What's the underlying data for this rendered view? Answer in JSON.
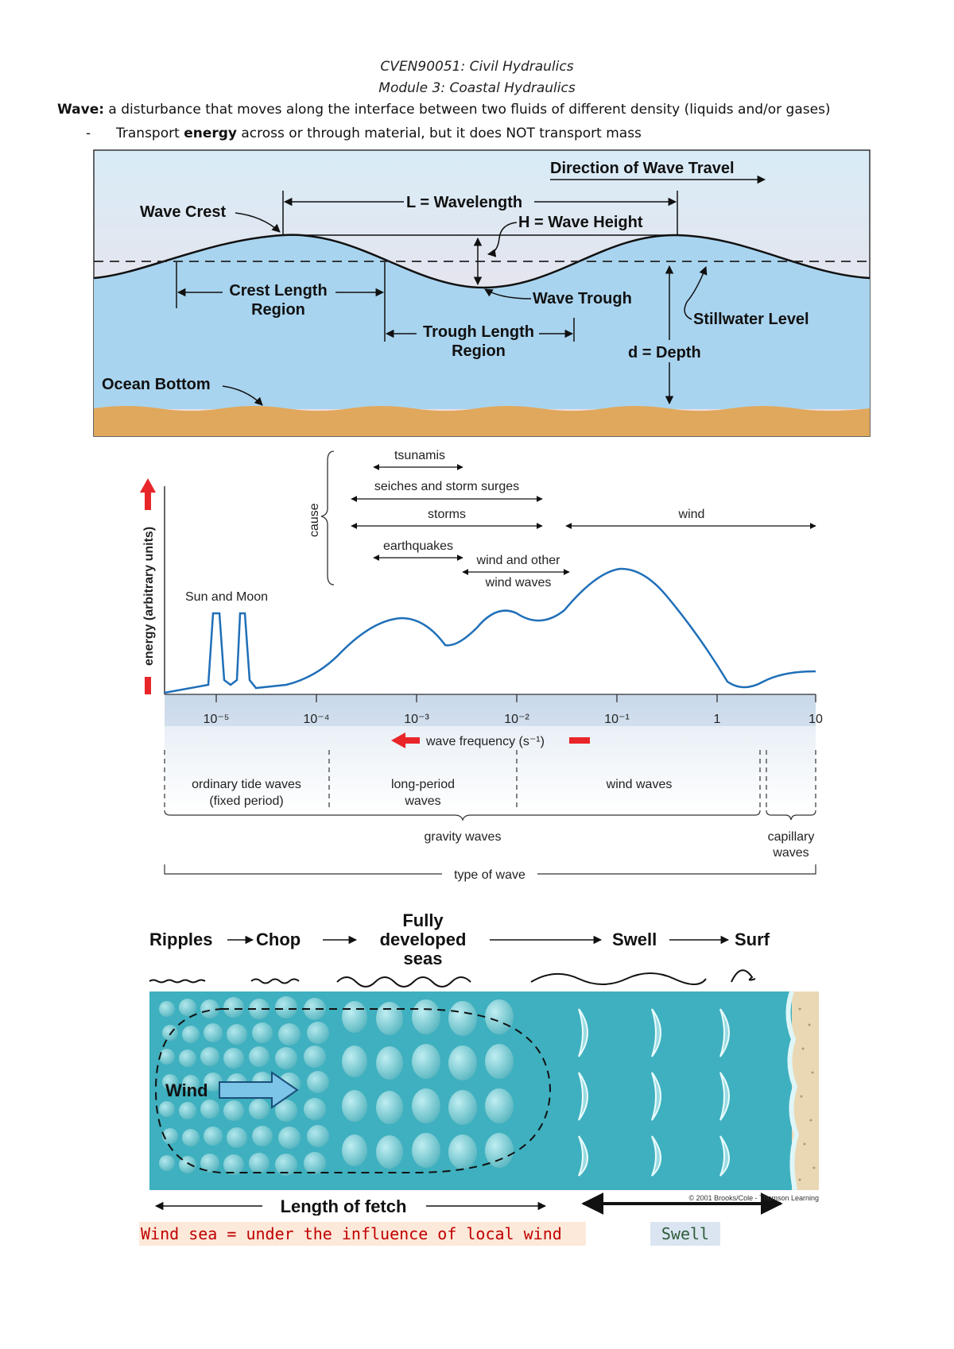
{
  "header": {
    "course": "CVEN90051: Civil Hydraulics",
    "module": "Module 3: Coastal Hydraulics"
  },
  "definition": {
    "term": "Wave:",
    "text": " a disturbance that moves along the interface between two fluids of different density (liquids and/or gases)",
    "bullet_dash": "-",
    "bullet_pre": "Transport ",
    "bullet_bold": "energy",
    "bullet_post": " across or through material, but it does NOT transport mass"
  },
  "wave_diagram": {
    "direction": "Direction of Wave Travel",
    "wavelength": "L = Wavelength",
    "wave_crest": "Wave Crest",
    "wave_height": "H = Wave Height",
    "crest_region_1": "Crest Length",
    "crest_region_2": "Region",
    "wave_trough": "Wave Trough",
    "stillwater": "Stillwater Level",
    "trough_region_1": "Trough Length",
    "trough_region_2": "Region",
    "depth": "d = Depth",
    "ocean_bottom": "Ocean Bottom"
  },
  "spectrum": {
    "ylabel": "energy (arbitrary units)",
    "cause": "cause",
    "causes": {
      "tsunamis": "tsunamis",
      "seiches": "seiches and storm surges",
      "storms": "storms",
      "wind": "wind",
      "earthquakes": "earthquakes",
      "wind_other_1": "wind and other",
      "wind_other_2": "wind waves"
    },
    "sun_moon": "Sun and Moon",
    "ticks": [
      "10⁻⁵",
      "10⁻⁴",
      "10⁻³",
      "10⁻²",
      "10⁻¹",
      "1",
      "10"
    ],
    "xlabel": "wave frequency (s⁻¹)",
    "regions": {
      "tide_1": "ordinary tide waves",
      "tide_2": "(fixed period)",
      "long_1": "long-period",
      "long_2": "waves",
      "wind_waves": "wind waves",
      "gravity": "gravity waves",
      "capillary_1": "capillary",
      "capillary_2": "waves",
      "type": "type of wave"
    },
    "accent_red": "#e8262a",
    "curve_blue": "#1f6fb8"
  },
  "fetch_diagram": {
    "ripples": "Ripples",
    "chop": "Chop",
    "fully_1": "Fully",
    "fully_2": "developed",
    "fully_3": "seas",
    "swell": "Swell",
    "surf": "Surf",
    "wind": "Wind",
    "fetch": "Length of fetch",
    "credit": "© 2001 Brooks/Cole - Thomson Learning"
  },
  "notes": {
    "wind_sea": "Wind sea = under the influence of local wind",
    "swell": "Swell"
  }
}
